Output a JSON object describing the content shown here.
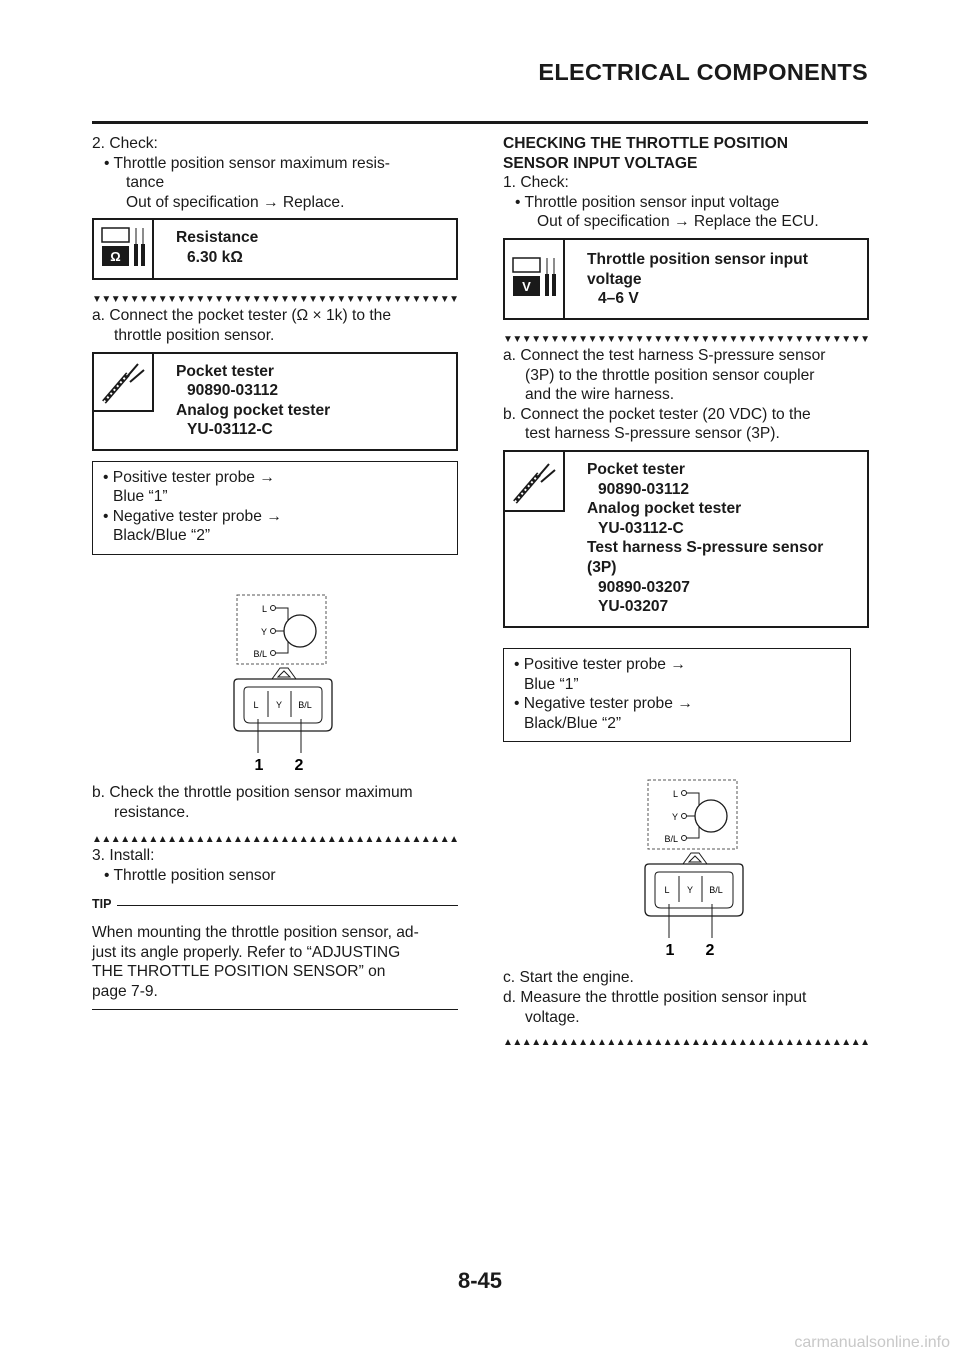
{
  "header": {
    "title": "ELECTRICAL COMPONENTS"
  },
  "page_number": "8-45",
  "watermark": "carmanualsonline.info",
  "left": {
    "step2": {
      "num": "2.",
      "label": "Check:",
      "bullet1": "• Throttle position sensor maximum resis-",
      "bullet1_cont": "tance",
      "action": "Out of specification → Replace."
    },
    "spec_resistance": {
      "label": "Resistance",
      "value": "6.30 kΩ"
    },
    "arrows_down": "▼▼▼▼▼▼▼▼▼▼▼▼▼▼▼▼▼▼▼▼▼▼▼▼▼▼▼▼▼▼▼▼▼▼▼▼▼▼▼▼",
    "step_a": {
      "line1": "a.  Connect the pocket tester (Ω × 1k) to the",
      "line2": "throttle position sensor."
    },
    "tool": {
      "name1": "Pocket tester",
      "num1": "90890-03112",
      "name2": "Analog pocket tester",
      "num2": "YU-03112-C"
    },
    "probes": {
      "pos1": "• Positive tester probe →",
      "pos2": "Blue “1”",
      "neg1": "• Negative tester probe →",
      "neg2": "Black/Blue “2”"
    },
    "diagram": {
      "wire_l": "L",
      "wire_y": "Y",
      "wire_bl": "B/L",
      "pin_l": "L",
      "pin_y": "Y",
      "pin_bl": "B/L",
      "callout1": "1",
      "callout2": "2"
    },
    "step_b": {
      "line1": "b.  Check the throttle position sensor maximum",
      "line2": "resistance."
    },
    "arrows_up": "▲▲▲▲▲▲▲▲▲▲▲▲▲▲▲▲▲▲▲▲▲▲▲▲▲▲▲▲▲▲▲▲▲▲▲▲▲▲▲▲",
    "step3": {
      "num": "3.",
      "label": "Install:",
      "bullet1": "• Throttle position sensor"
    },
    "tip": {
      "label": "TIP",
      "line1": "When mounting the throttle position sensor, ad-",
      "line2": "just its angle properly. Refer to “ADJUSTING",
      "line3": "THE THROTTLE POSITION SENSOR” on",
      "line4": "page 7-9."
    }
  },
  "right": {
    "section_title1": "CHECKING THE THROTTLE POSITION",
    "section_title2": "SENSOR INPUT VOLTAGE",
    "step1": {
      "num": "1.",
      "label": "Check:",
      "bullet1": "• Throttle position sensor input voltage",
      "action": "Out of specification → Replace the ECU."
    },
    "spec_voltage": {
      "label1": "Throttle position sensor input",
      "label2": "voltage",
      "value": "4–6 V"
    },
    "arrows_down": "▼▼▼▼▼▼▼▼▼▼▼▼▼▼▼▼▼▼▼▼▼▼▼▼▼▼▼▼▼▼▼▼▼▼▼▼▼▼▼▼",
    "step_a": {
      "line1": "a.  Connect the test harness S-pressure sensor",
      "line2": "(3P) to the throttle position sensor coupler",
      "line3": "and the wire harness."
    },
    "step_b": {
      "line1": "b.  Connect the pocket tester (20 VDC) to the",
      "line2": "test harness S-pressure sensor (3P)."
    },
    "tool": {
      "name1": "Pocket tester",
      "num1": "90890-03112",
      "name2": "Analog pocket tester",
      "num2": "YU-03112-C",
      "name3a": "Test harness S-pressure sensor",
      "name3b": "(3P)",
      "num3a": "90890-03207",
      "num3b": "YU-03207"
    },
    "probes": {
      "pos1": "• Positive tester probe →",
      "pos2": "Blue “1”",
      "neg1": "• Negative tester probe →",
      "neg2": "Black/Blue “2”"
    },
    "diagram": {
      "wire_l": "L",
      "wire_y": "Y",
      "wire_bl": "B/L",
      "pin_l": "L",
      "pin_y": "Y",
      "pin_bl": "B/L",
      "callout1": "1",
      "callout2": "2"
    },
    "step_c": {
      "line1": "c.  Start the engine."
    },
    "step_d": {
      "line1": "d.  Measure the throttle position sensor input",
      "line2": "voltage."
    },
    "arrows_up": "▲▲▲▲▲▲▲▲▲▲▲▲▲▲▲▲▲▲▲▲▲▲▲▲▲▲▲▲▲▲▲▲▲▲▲▲▲▲▲▲"
  }
}
